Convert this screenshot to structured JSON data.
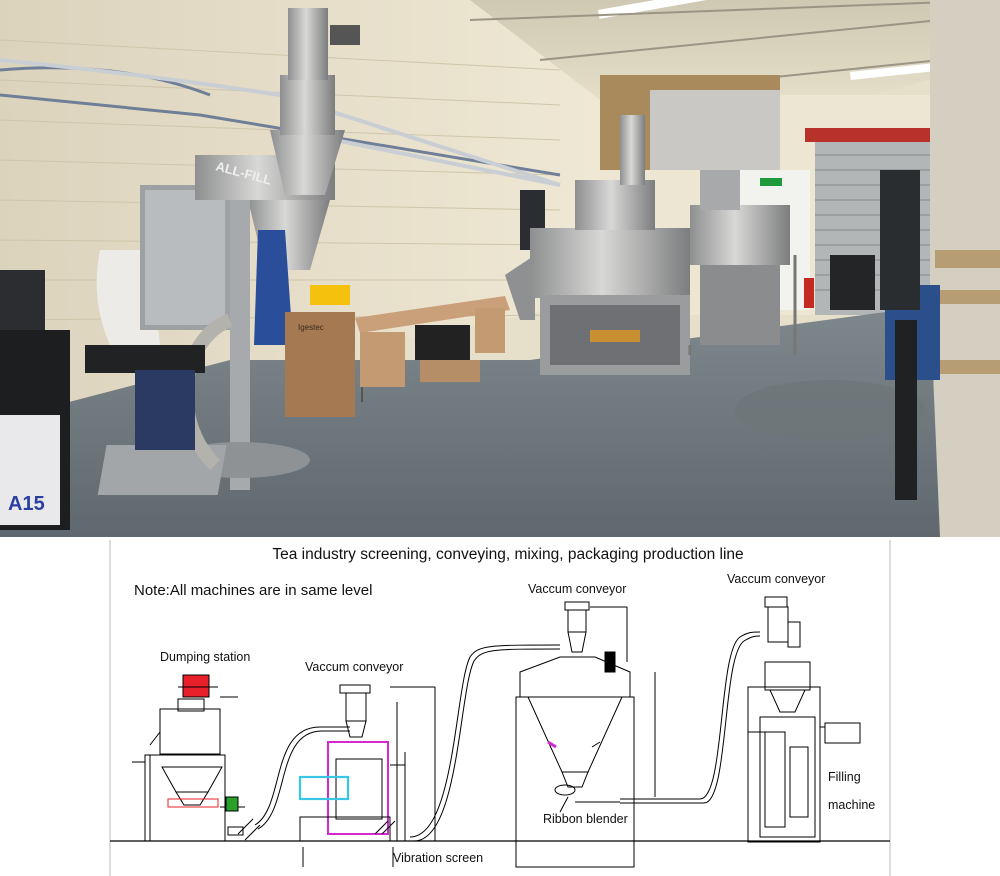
{
  "photo": {
    "brand_text": "ALL-FILL",
    "box_text": "Igestec",
    "sign_text": "A15"
  },
  "diagram": {
    "title": "Tea industry screening, conveying, mixing, packaging production line",
    "note": "Note:All  machines are in same level",
    "labels": {
      "dumping_station": "Dumping station",
      "vaccum_conveyor_1": "Vaccum conveyor",
      "vaccum_conveyor_2": "Vaccum conveyor",
      "vaccum_conveyor_3": "Vaccum conveyor",
      "vibration_screen": "Vibration screen",
      "ribbon_blender": "Ribbon blender",
      "filling_line1": "Filling",
      "filling_line2": "machine"
    },
    "colors": {
      "motor_red": "#e8202a",
      "screen_magenta": "#d428d4",
      "panel_cyan": "#39c6e6",
      "valve_green": "#2aa02a"
    }
  }
}
